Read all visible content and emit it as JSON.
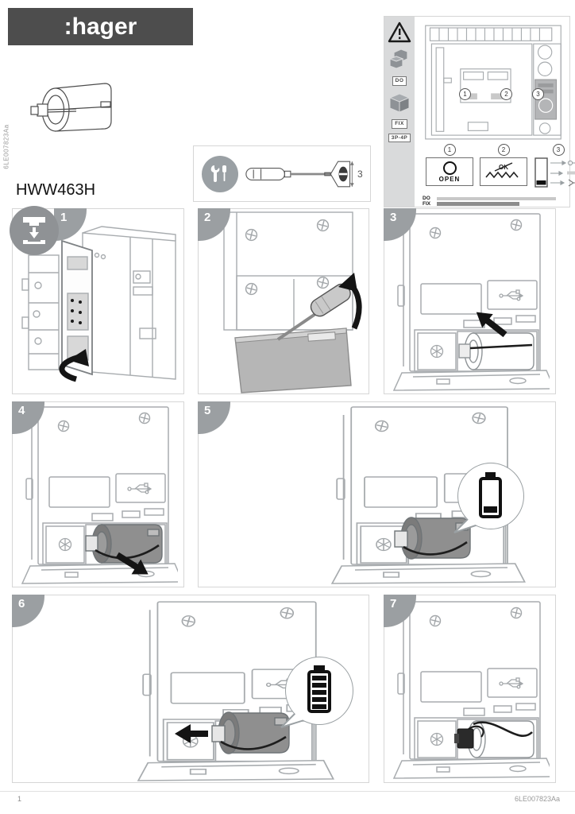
{
  "header": {
    "brand_text": ":hager"
  },
  "product": {
    "code": "HWW463H"
  },
  "doc_ref": "6LE007823Aa",
  "tools": {
    "screwdriver_size": "3"
  },
  "info_panel": {
    "sidebar": {
      "do_label": "DO",
      "fix_label": "FIX",
      "poles_label": "3P-4P"
    },
    "diagram_callouts": [
      "1",
      "2",
      "3"
    ],
    "legend": {
      "item1_num": "1",
      "item1_label": "OPEN",
      "item2_num": "2",
      "item2_ok": "OK",
      "item3_num": "3"
    },
    "progress": {
      "do_label": "DO",
      "fix_label": "FIX"
    }
  },
  "steps": [
    {
      "num": "1"
    },
    {
      "num": "2"
    },
    {
      "num": "3"
    },
    {
      "num": "4"
    },
    {
      "num": "5"
    },
    {
      "num": "6"
    },
    {
      "num": "7"
    }
  ],
  "footer": {
    "page_number": "1",
    "doc_ref": "6LE007823Aa"
  },
  "colors": {
    "brand_bg": "#4d4d4d",
    "badge_gray": "#9b9fa2",
    "battery_gray": "#8f8f8f"
  }
}
